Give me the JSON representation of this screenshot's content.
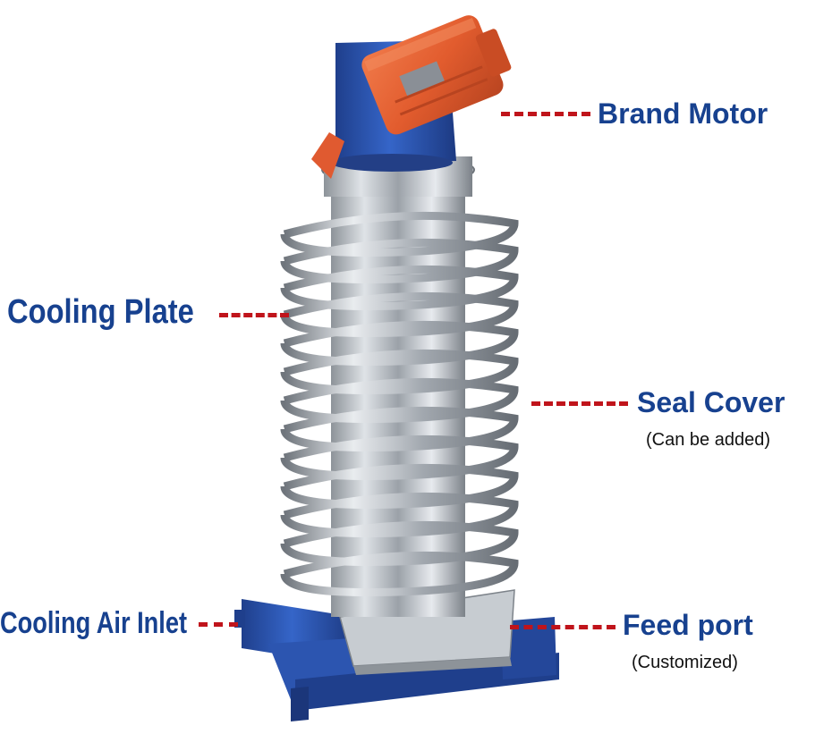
{
  "labels": {
    "brand_motor": {
      "title": "Brand Motor"
    },
    "cooling_plate": {
      "title": "Cooling Plate"
    },
    "seal_cover": {
      "title": "Seal Cover",
      "note": "(Can be added)"
    },
    "cooling_air_inlet": {
      "title": "Cooling Air Inlet"
    },
    "feed_port": {
      "title": "Feed port",
      "note": "(Customized)"
    }
  },
  "colors": {
    "label_text": "#17418f",
    "leader_line": "#c0141b",
    "motor": "#e05a30",
    "hopper": "#2a57b8",
    "frame": "#2c55b0",
    "steel": "#b9bec4"
  }
}
